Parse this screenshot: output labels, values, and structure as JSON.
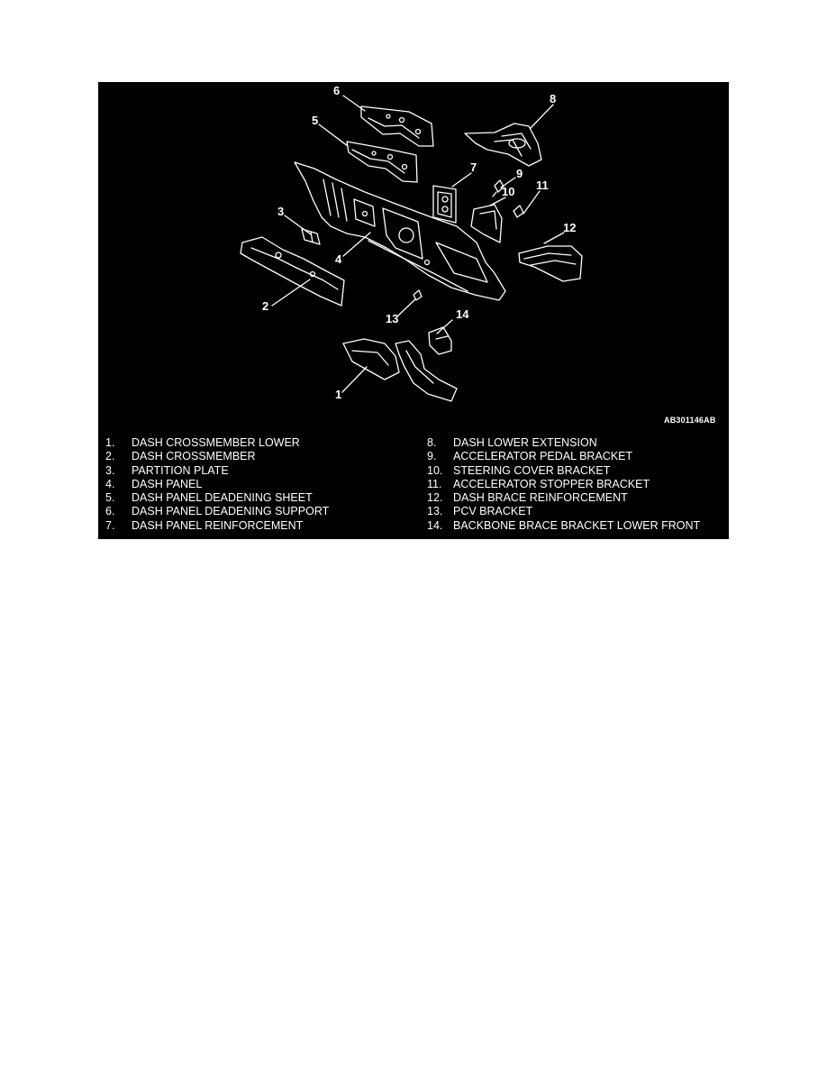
{
  "figure": {
    "colors": {
      "background": "#000000",
      "line": "#ffffff"
    },
    "callouts": [
      {
        "id": "1",
        "label": "1"
      },
      {
        "id": "2",
        "label": "2"
      },
      {
        "id": "3",
        "label": "3"
      },
      {
        "id": "4",
        "label": "4"
      },
      {
        "id": "5",
        "label": "5"
      },
      {
        "id": "6",
        "label": "6"
      },
      {
        "id": "7",
        "label": "7"
      },
      {
        "id": "8",
        "label": "8"
      },
      {
        "id": "9",
        "label": "9"
      },
      {
        "id": "10",
        "label": "10"
      },
      {
        "id": "11",
        "label": "11"
      },
      {
        "id": "12",
        "label": "12"
      },
      {
        "id": "13",
        "label": "13"
      },
      {
        "id": "14",
        "label": "14"
      }
    ],
    "code": "AB301146AB",
    "legend_left": [
      {
        "num": "1.",
        "text": "DASH CROSSMEMBER LOWER"
      },
      {
        "num": "2.",
        "text": "DASH CROSSMEMBER"
      },
      {
        "num": "3.",
        "text": "PARTITION PLATE"
      },
      {
        "num": "4.",
        "text": "DASH PANEL"
      },
      {
        "num": "5.",
        "text": "DASH PANEL DEADENING SHEET"
      },
      {
        "num": "6.",
        "text": "DASH PANEL DEADENING SUPPORT"
      },
      {
        "num": "7.",
        "text": "DASH PANEL REINFORCEMENT"
      }
    ],
    "legend_right": [
      {
        "num": "8.",
        "text": "DASH LOWER EXTENSION"
      },
      {
        "num": "9.",
        "text": "ACCELERATOR PEDAL BRACKET"
      },
      {
        "num": "10.",
        "text": "STEERING COVER BRACKET"
      },
      {
        "num": "11.",
        "text": "ACCELERATOR STOPPER BRACKET"
      },
      {
        "num": "12.",
        "text": "DASH BRACE REINFORCEMENT"
      },
      {
        "num": "13.",
        "text": "PCV BRACKET"
      },
      {
        "num": "14.",
        "text": "BACKBONE BRACE BRACKET LOWER FRONT"
      }
    ]
  }
}
